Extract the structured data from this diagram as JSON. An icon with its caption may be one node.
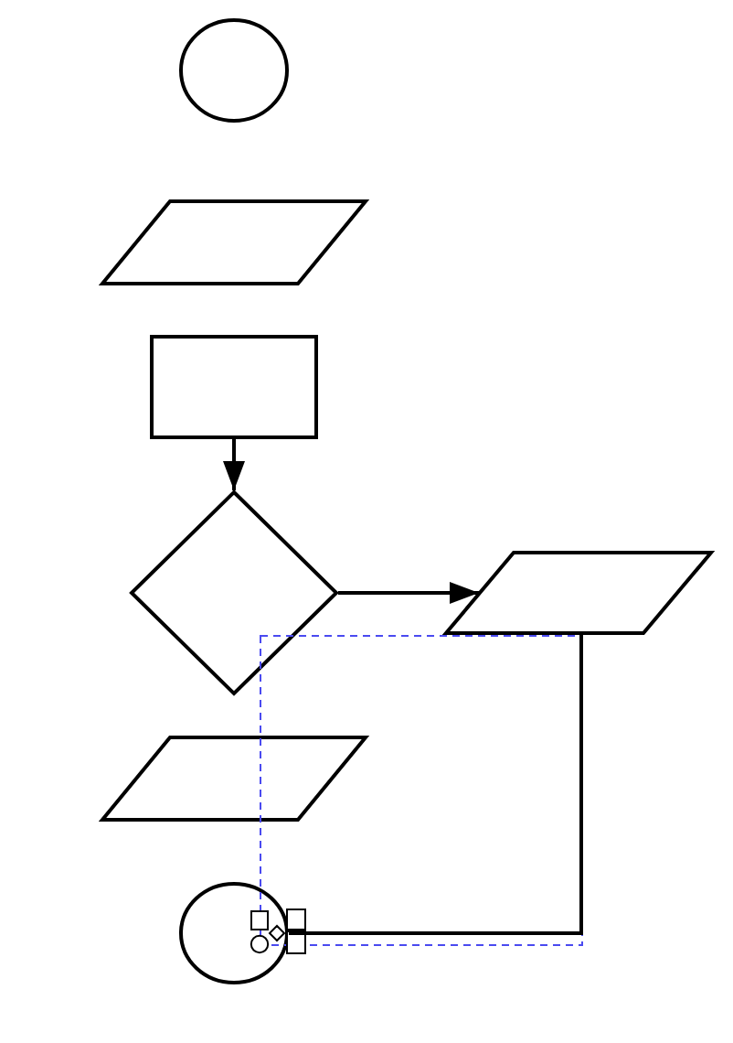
{
  "diagram": {
    "nodes": [
      {
        "text": [],
        "shape": "circle"
      },
      {
        "text": [],
        "shape": "parallelogram"
      },
      {
        "text": [],
        "shape": "box"
      },
      {
        "text": [],
        "shape": "diamond"
      },
      {
        "text": [],
        "shape": "parallelogram"
      },
      {
        "text": [],
        "shape": "parallelogram"
      },
      {
        "text": [],
        "shape": "circle"
      }
    ],
    "edges": [
      {
        "from": 2,
        "to": 3,
        "arrow": "to"
      },
      {
        "from": 3,
        "to": 4,
        "arrow": "to"
      },
      {
        "from": 4,
        "to": 6,
        "arrow": "other"
      }
    ]
  }
}
